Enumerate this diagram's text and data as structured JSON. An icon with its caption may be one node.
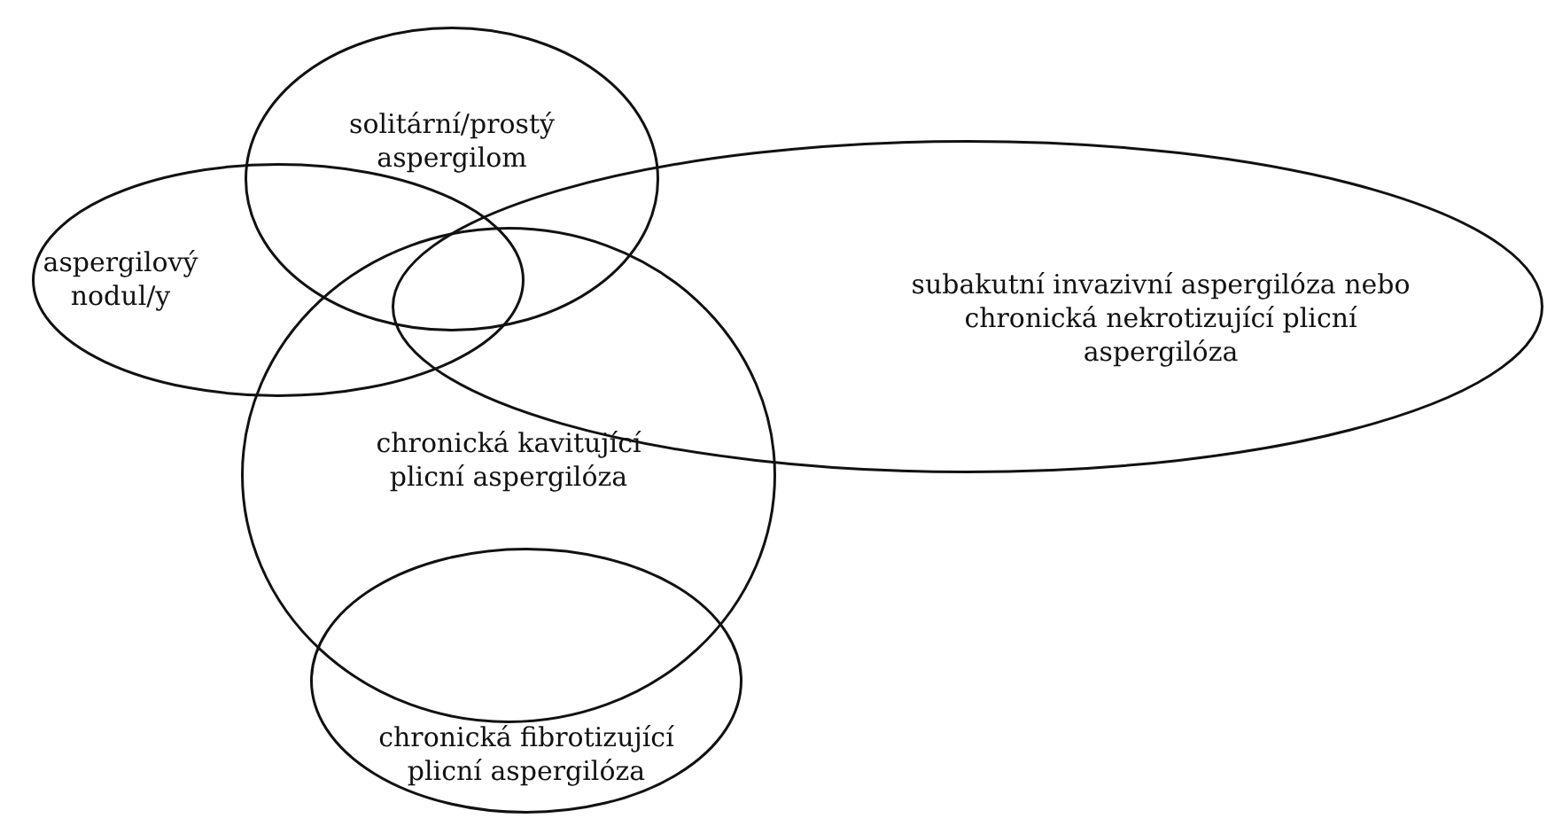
{
  "diagram": {
    "nodes": [
      {
        "text": [
          "solitární/prostý aspergilom"
        ]
      },
      {
        "text": [
          "aspergilový nodul/y"
        ]
      },
      {
        "text": [
          "subakutní invazivní aspergilóza nebo chronická nekrotizující plicní aspergilóza"
        ]
      },
      {
        "text": [
          "chronická kavitující plicní aspergilóza"
        ]
      },
      {
        "text": [
          "chronická fibrotizující plicní aspergilóza"
        ]
      }
    ]
  }
}
